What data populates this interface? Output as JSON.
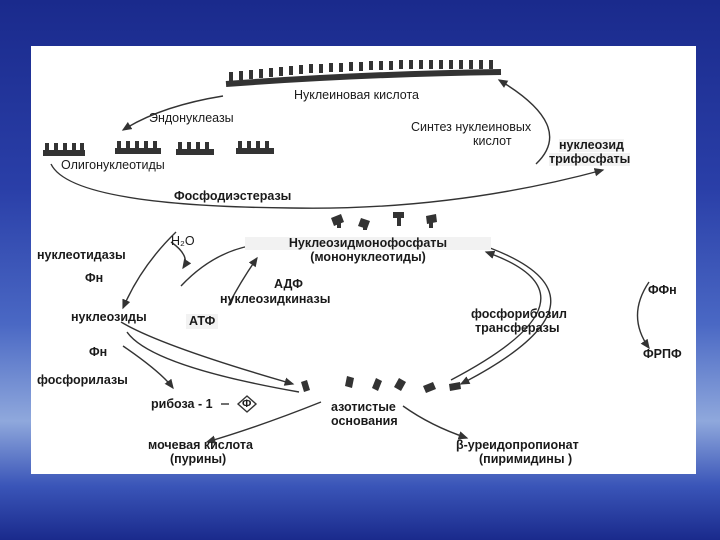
{
  "labels": {
    "nucleic_acid": "Нуклеиновая кислота",
    "endonucleases": "Эндонуклеазы",
    "oligonucleotides": "Олигонуклеотиды",
    "synthesis_line1": "Синтез нуклеиновых",
    "synthesis_line2": "кислот",
    "nucleoside_tp_line1": "нуклеозид",
    "nucleoside_tp_line2": "трифосфаты",
    "phosphodiesterases": "Фосфодиэстеразы",
    "nmp_line1": "Нуклеозидмонофосфаты",
    "nmp_line2": "(мононуклеотиды)",
    "nucleotidases": "нуклеотидазы",
    "h2o": "H₂O",
    "fn1": "Фн",
    "adp": "АДФ",
    "nucleoside_kinases": "нуклеозидкиназы",
    "nucleosides": "нуклеозиды",
    "atp": "АТФ",
    "prt_line1": "фосфорибозил",
    "prt_line2": "трансферазы",
    "ffn": "ФФн",
    "frpf": "ФРПФ",
    "fn2": "Фн",
    "phosphorylases": "фосфорилазы",
    "ribose1": "рибоза - 1",
    "phosphate": "Ф",
    "bases_line1": "азотистые",
    "bases_line2": "основания",
    "uric_acid_line1": "мочевая кислота",
    "uric_acid_line2": "(пурины)",
    "ureido_line1": "β-уреидопропионат",
    "ureido_line2": "(пиримидины )"
  }
}
